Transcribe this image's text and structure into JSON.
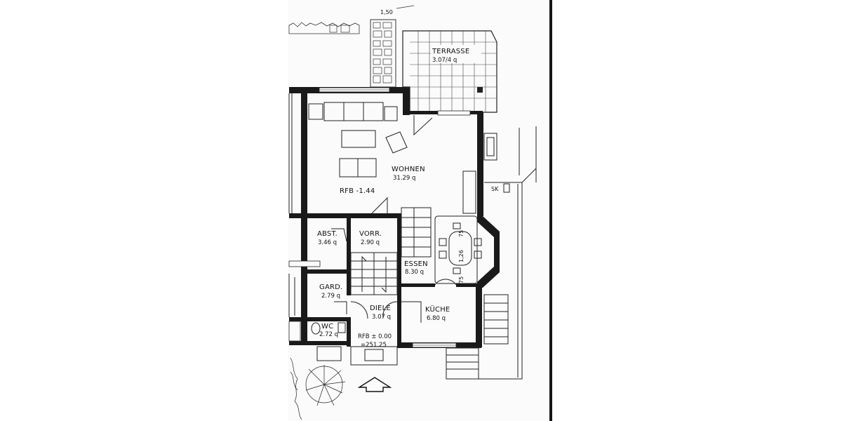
{
  "top_note": "1,50",
  "rooms": {
    "terrasse": {
      "name": "TERRASSE",
      "area": "3.07/4 q"
    },
    "wohnen": {
      "name": "WOHNEN",
      "area": "31.29 q"
    },
    "rfb_upper": {
      "label": "RFB -1.44"
    },
    "abst": {
      "name": "ABST.",
      "area": "3.46 q"
    },
    "vorr": {
      "name": "VORR.",
      "area": "2.90 q"
    },
    "essen": {
      "name": "ESSEN",
      "area": "8.30 q"
    },
    "gard": {
      "name": "GARD.",
      "area": "2.79 q"
    },
    "diele": {
      "name": "DIELE",
      "area": "3.07 q"
    },
    "kueche": {
      "name": "KÜCHE",
      "area": "6.80 q"
    },
    "wc": {
      "name": "WC",
      "area": "2.72 q"
    },
    "rfb_lower": {
      "label": "RFB ± 0.00",
      "value": "=251.25"
    }
  },
  "dimensions": {
    "d75_top": "75",
    "d126": "1,26",
    "d75_bottom": "75"
  },
  "sk_label": "SK"
}
